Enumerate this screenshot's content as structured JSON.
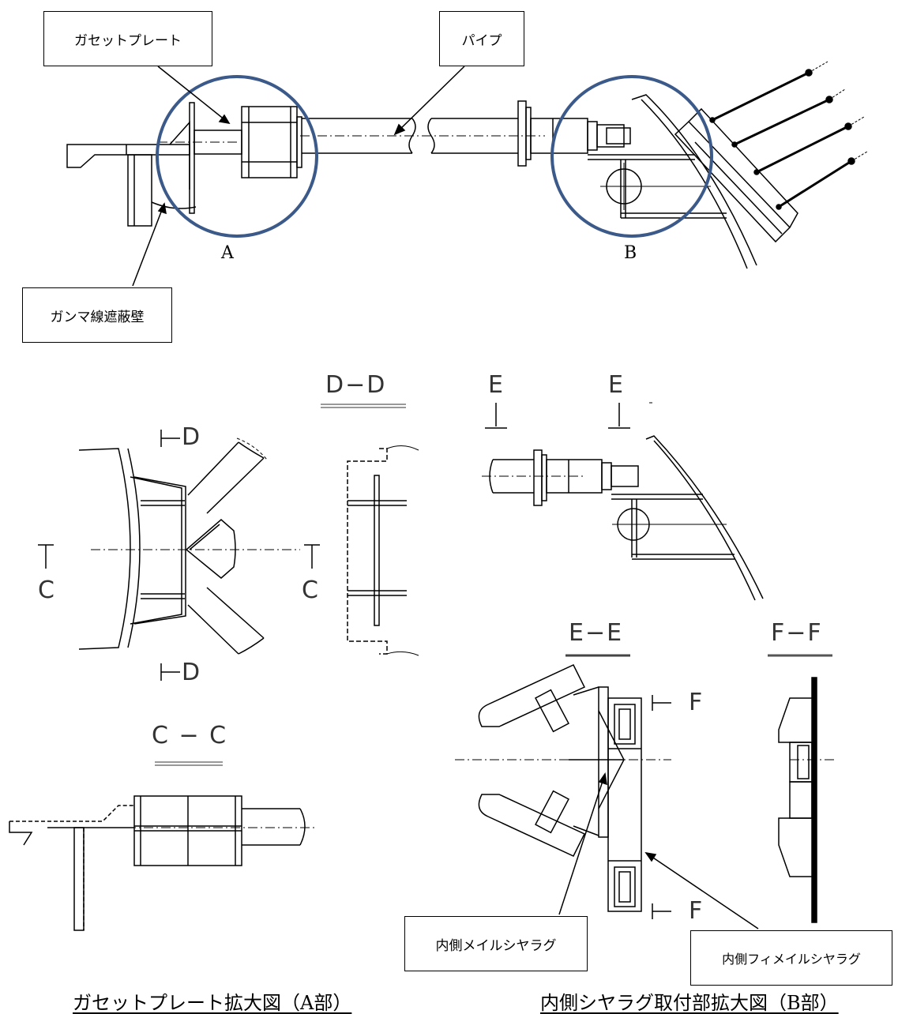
{
  "callouts": {
    "gusset_plate": "ガセットプレート",
    "pipe": "パイプ",
    "gamma_shield_wall": "ガンマ線遮蔽壁",
    "inner_male_shear_lug": "内側メイルシヤラグ",
    "inner_female_shear_lug": "内側フィメイルシヤラグ"
  },
  "detail_labels": {
    "a": "A",
    "b": "B"
  },
  "section_marks": {
    "d": "D",
    "c": "C",
    "e": "E",
    "f": "F"
  },
  "section_titles": {
    "dd": "D−D",
    "cc": "C − C",
    "ee": "E−E",
    "ff": "F−F"
  },
  "captions": {
    "left": "ガセットプレート拡大図（A部）",
    "right": "内側シヤラグ取付部拡大図（B部）"
  },
  "colors": {
    "detail_circle": "#3b5a8a",
    "line": "#000000"
  }
}
